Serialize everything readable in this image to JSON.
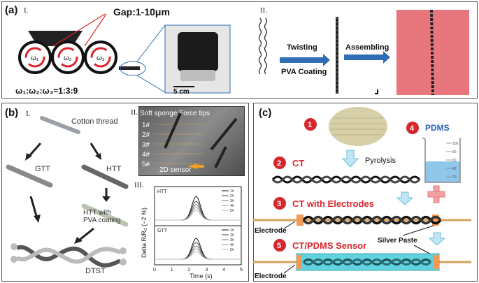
{
  "panel_a": {
    "label": "(a)",
    "part1": "I.",
    "part2": "II.",
    "gap": "Gap:1-10μm",
    "rollers": [
      "ω₁",
      "ω₂",
      "ω₃"
    ],
    "ratio": "ω₁:ω₂:ω₃=1:3:9",
    "scalebar": "5 cm",
    "step1_a": "Twisting",
    "step1_b": "PVA Coating",
    "step2": "Assembling",
    "colors": {
      "accent": "#e8777d",
      "arrow": "#2f6db5",
      "roller": "#d7262c"
    }
  },
  "panel_b": {
    "label": "(b)",
    "part1": "I.",
    "part2": "II.",
    "part3": "III.",
    "cotton": "Cotton thread",
    "gtt": "GTT",
    "htt": "HTT",
    "htt_pva_a": "HTT with",
    "htt_pva_b": "PVA coating",
    "dtst": "DTST",
    "photo_top": "Soft sponge Force tips",
    "photo_rows": [
      "1#",
      "2#",
      "3#",
      "4#",
      "5#"
    ],
    "photo_bottom": "2D sensor",
    "plot_ylabel": "Delta R/R₀ (−2 %)",
    "plot_xlabel": "Time (s)",
    "plot_top_name": "HTT",
    "plot_bot_name": "GTT",
    "legend": [
      "1#",
      "2#",
      "3#",
      "4#",
      "5#"
    ],
    "xticks": [
      "0",
      "1",
      "2",
      "3",
      "4",
      "5"
    ]
  },
  "panel_c": {
    "label": "(c)",
    "steps": [
      "1",
      "2",
      "3",
      "4",
      "5"
    ],
    "ct": "CT",
    "pyrolysis": "Pyrolysis",
    "pdms": "PDMS",
    "ct_electrodes": "CT with Electrodes",
    "electrode1": "Electrode",
    "silver": "Silver Paste",
    "ct_pdms": "CT/PDMS Sensor",
    "electrode2": "Electrode",
    "beaker_ticks": [
      "100",
      "80",
      "60",
      "40",
      "20"
    ],
    "colors": {
      "red": "#d7262c",
      "blue": "#2962b8",
      "cyan": "#5fd4e0"
    }
  }
}
